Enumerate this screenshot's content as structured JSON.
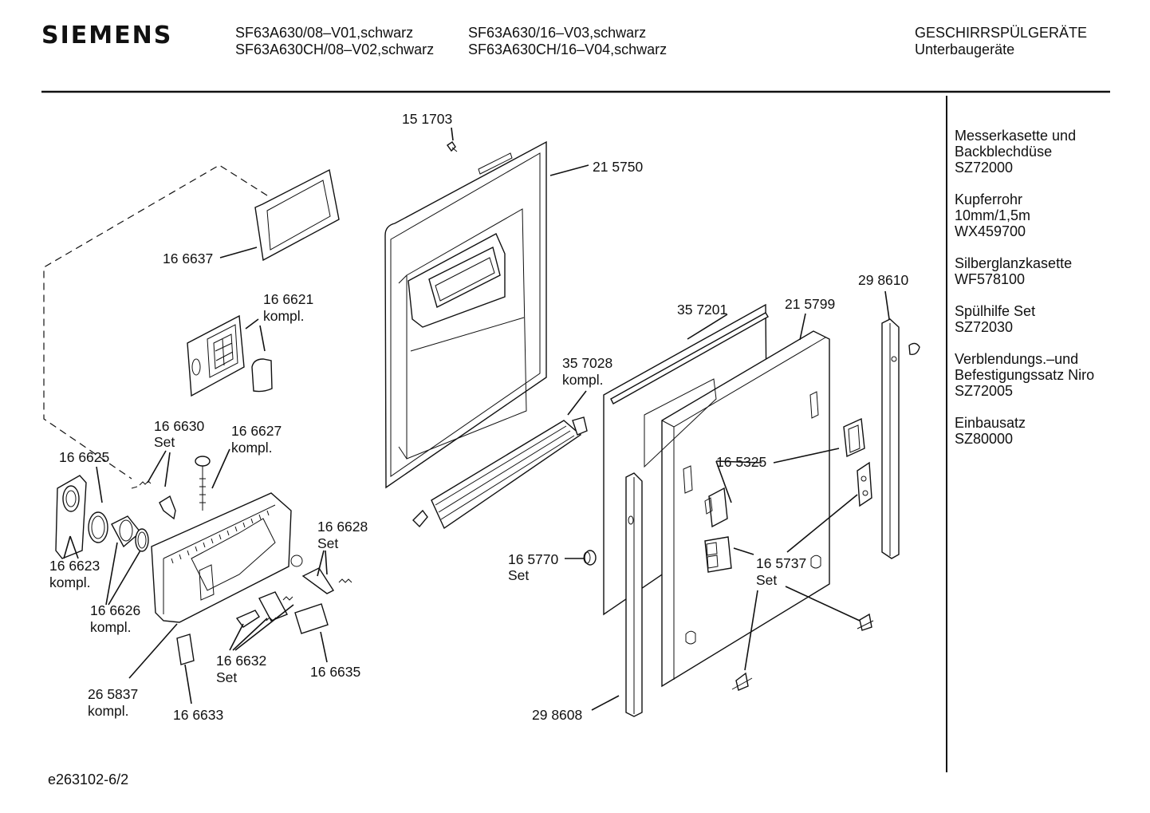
{
  "header": {
    "brand": "SIEMENS",
    "models_col1": [
      "SF63A630/08–V01,schwarz",
      "SF63A630CH/08–V02,schwarz"
    ],
    "models_col2": [
      "SF63A630/16–V03,schwarz",
      "SF63A630CH/16–V04,schwarz"
    ],
    "category": "GESCHIRRSPÜLGERÄTE",
    "subcategory": "Unterbaugeräte"
  },
  "callouts": [
    {
      "id": "c151703",
      "lines": [
        "15 1703"
      ]
    },
    {
      "id": "c215750",
      "lines": [
        "21 5750"
      ]
    },
    {
      "id": "c166637",
      "lines": [
        "16 6637"
      ]
    },
    {
      "id": "c166621",
      "lines": [
        "16 6621",
        "kompl."
      ]
    },
    {
      "id": "c298610",
      "lines": [
        "29 8610"
      ]
    },
    {
      "id": "c357201",
      "lines": [
        "35 7201"
      ]
    },
    {
      "id": "c215799",
      "lines": [
        "21 5799"
      ]
    },
    {
      "id": "c357028",
      "lines": [
        "35 7028",
        "kompl."
      ]
    },
    {
      "id": "c166630",
      "lines": [
        "16 6630",
        "Set"
      ]
    },
    {
      "id": "c166627",
      "lines": [
        "16 6627",
        "kompl."
      ]
    },
    {
      "id": "c166625",
      "lines": [
        "16 6625"
      ]
    },
    {
      "id": "c165325",
      "lines": [
        "16 5325"
      ]
    },
    {
      "id": "c166628",
      "lines": [
        "16 6628",
        "Set"
      ]
    },
    {
      "id": "c166623",
      "lines": [
        "16 6623",
        "kompl."
      ]
    },
    {
      "id": "c165770",
      "lines": [
        "16 5770",
        "Set"
      ]
    },
    {
      "id": "c165737",
      "lines": [
        "16 5737",
        "Set"
      ]
    },
    {
      "id": "c166626",
      "lines": [
        "16 6626",
        "kompl."
      ]
    },
    {
      "id": "c166632",
      "lines": [
        "16 6632",
        "Set"
      ]
    },
    {
      "id": "c166635",
      "lines": [
        "16 6635"
      ]
    },
    {
      "id": "c265837",
      "lines": [
        "26 5837",
        "kompl."
      ]
    },
    {
      "id": "c166633",
      "lines": [
        "16 6633"
      ]
    },
    {
      "id": "c298608",
      "lines": [
        "29 8608"
      ]
    }
  ],
  "accessories": [
    {
      "lines": [
        "Messerkasette und",
        "Backblechdüse",
        "SZ72000"
      ]
    },
    {
      "lines": [
        "Kupferrohr",
        "10mm/1,5m",
        "WX459700"
      ]
    },
    {
      "lines": [
        "Silberglanzkasette",
        "WF578100"
      ]
    },
    {
      "lines": [
        "Spülhilfe Set",
        "SZ72030"
      ]
    },
    {
      "lines": [
        "Verblendungs.–und",
        "Befestigungssatz Niro",
        "SZ72005"
      ]
    },
    {
      "lines": [
        "Einbausatz",
        "SZ80000"
      ]
    }
  ],
  "footer": {
    "doc_id": "e263102-6/2"
  }
}
